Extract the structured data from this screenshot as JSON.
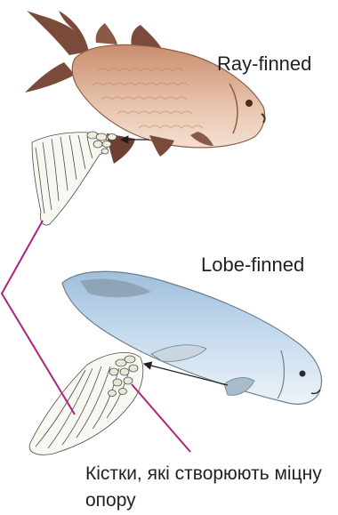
{
  "labels": {
    "ray_finned": "Ray-finned",
    "lobe_finned": "Lobe-finned",
    "caption": "Кістки, які створюють міцну опору"
  },
  "colors": {
    "pointer_line": "#b0207e",
    "arrow": "#231f20",
    "ray_fish_body": "#e0b99f",
    "ray_fish_fins": "#7a4a3a",
    "lobe_fish_body": "#b9d2e8",
    "lobe_fish_belly": "#e9eef2"
  },
  "icons": [
    "ray-finned-fish-illustration",
    "ray-fin-skeleton",
    "lobe-finned-fish-illustration",
    "lobe-fin-skeleton"
  ]
}
